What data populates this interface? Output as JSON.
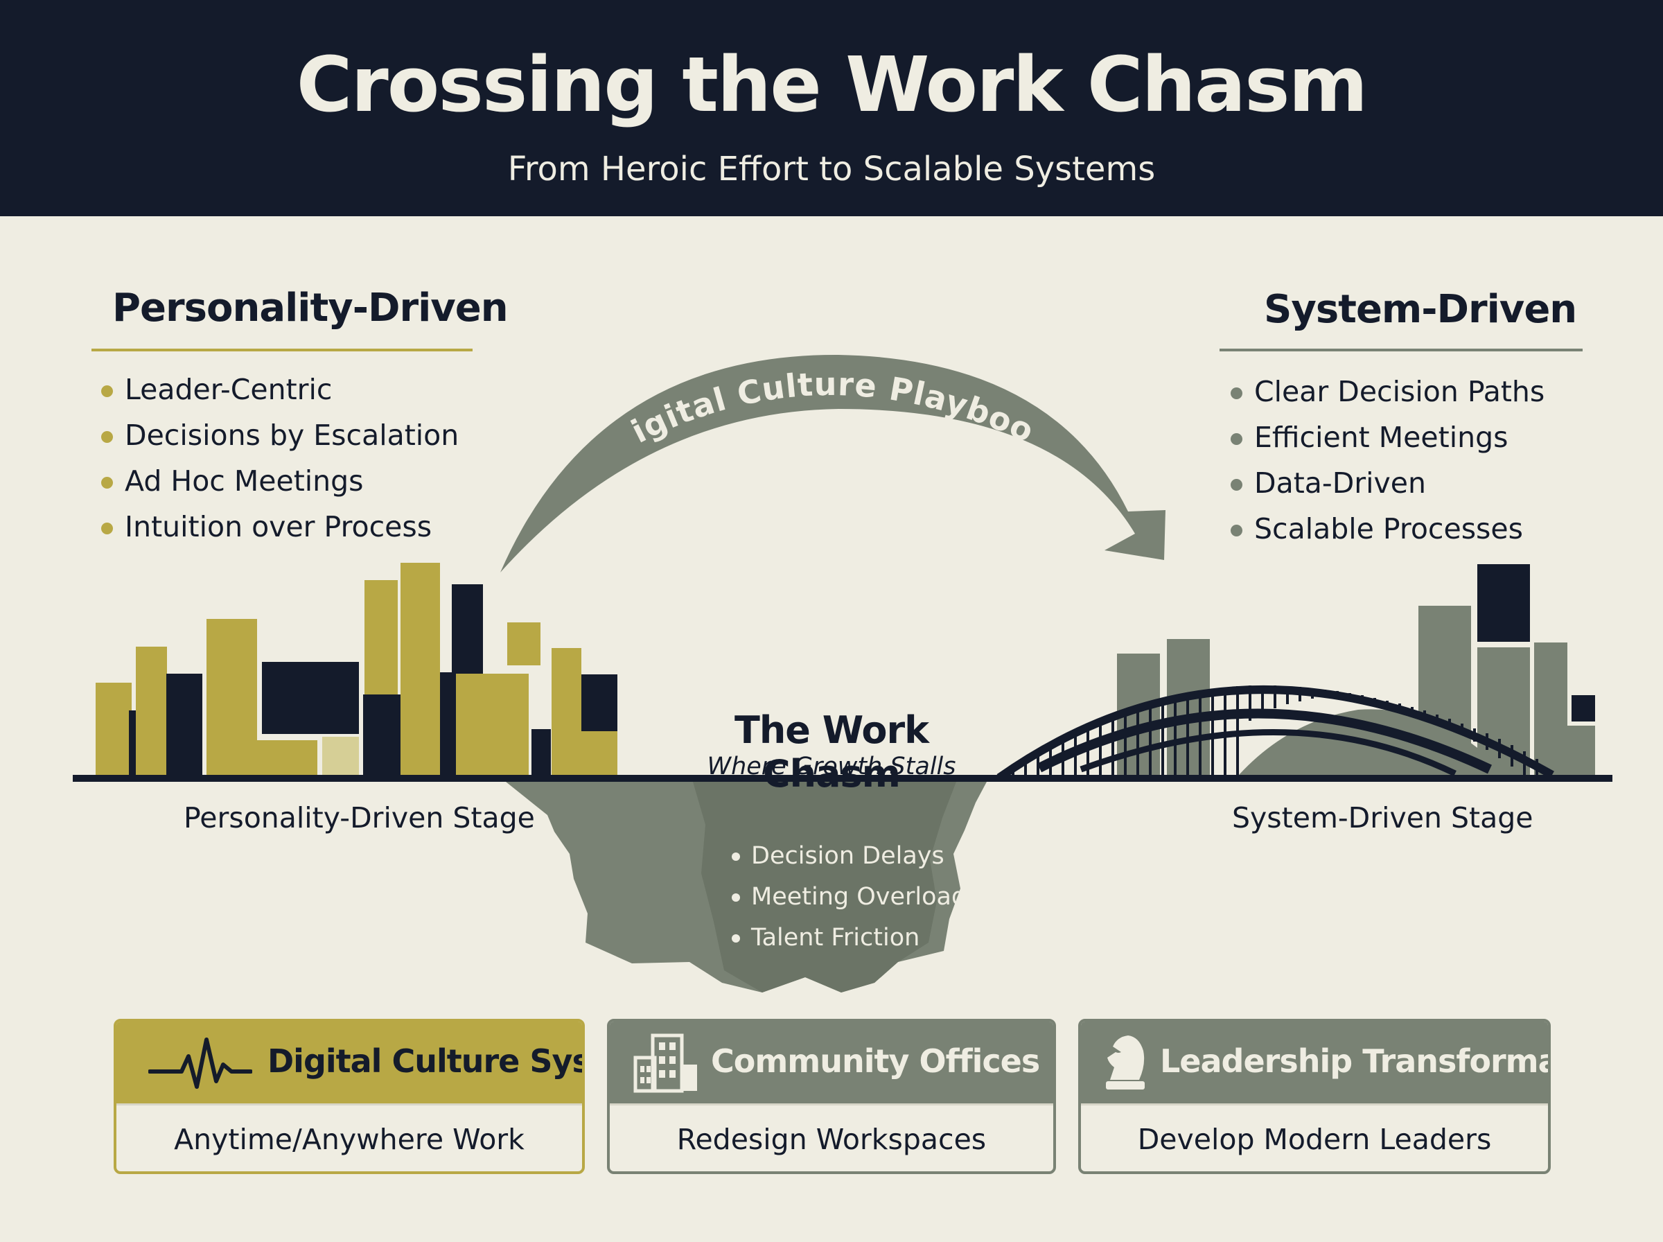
{
  "header": {
    "title": "Crossing the Work Chasm",
    "subtitle": "From Heroic Effort to Scalable Systems"
  },
  "left": {
    "heading": "Personality-Driven",
    "items": [
      "Leader-Centric",
      "Decisions by Escalation",
      "Ad Hoc Meetings",
      "Intuition over Process"
    ],
    "stage_label": "Personality-Driven Stage"
  },
  "right": {
    "heading": "System-Driven",
    "items": [
      "Clear Decision Paths",
      "Efficient Meetings",
      "Data-Driven",
      "Scalable Processes"
    ],
    "stage_label": "System-Driven Stage"
  },
  "arc": {
    "label": "Digital Culture Playbook"
  },
  "chasm": {
    "title": "The Work Chasm",
    "subtitle": "Where Growth Stalls",
    "items": [
      "Decision Delays",
      "Meeting Overload",
      "Talent Friction"
    ]
  },
  "cards": [
    {
      "title": "Digital Culture System",
      "text": "Anytime/Anywhere Work",
      "icon": "heartbeat-icon"
    },
    {
      "title": "Community Offices",
      "text": "Redesign Workspaces",
      "icon": "building-icon"
    },
    {
      "title": "Leadership Transformation",
      "text": "Develop Modern Leaders",
      "icon": "chess-knight-icon"
    }
  ],
  "colors": {
    "navy": "#141b2b",
    "gold": "#b8a845",
    "sage": "#798274",
    "cream": "#efede2"
  }
}
